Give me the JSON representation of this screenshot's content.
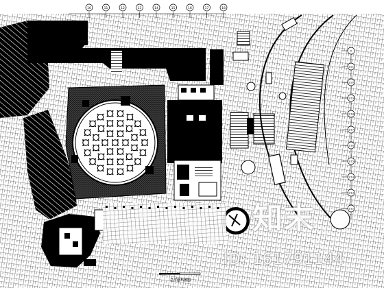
{
  "drawing": {
    "kind": "landscape site plan (CAD)",
    "line_color": "#000000",
    "background": "#ffffff",
    "column_grid_top": [
      "10",
      "11",
      "12",
      "13",
      "14",
      "15",
      "16",
      "17",
      "18"
    ],
    "column_grid_right": [
      "K",
      "1/21",
      "1/20",
      "1/19",
      "1/18",
      "1/17",
      "1/16",
      "1/15",
      "1/14",
      "1/13",
      "1/12"
    ],
    "plan_note": "总平面布置图"
  },
  "watermark": {
    "brand": "知末",
    "id_text": "ID: 161791144"
  }
}
